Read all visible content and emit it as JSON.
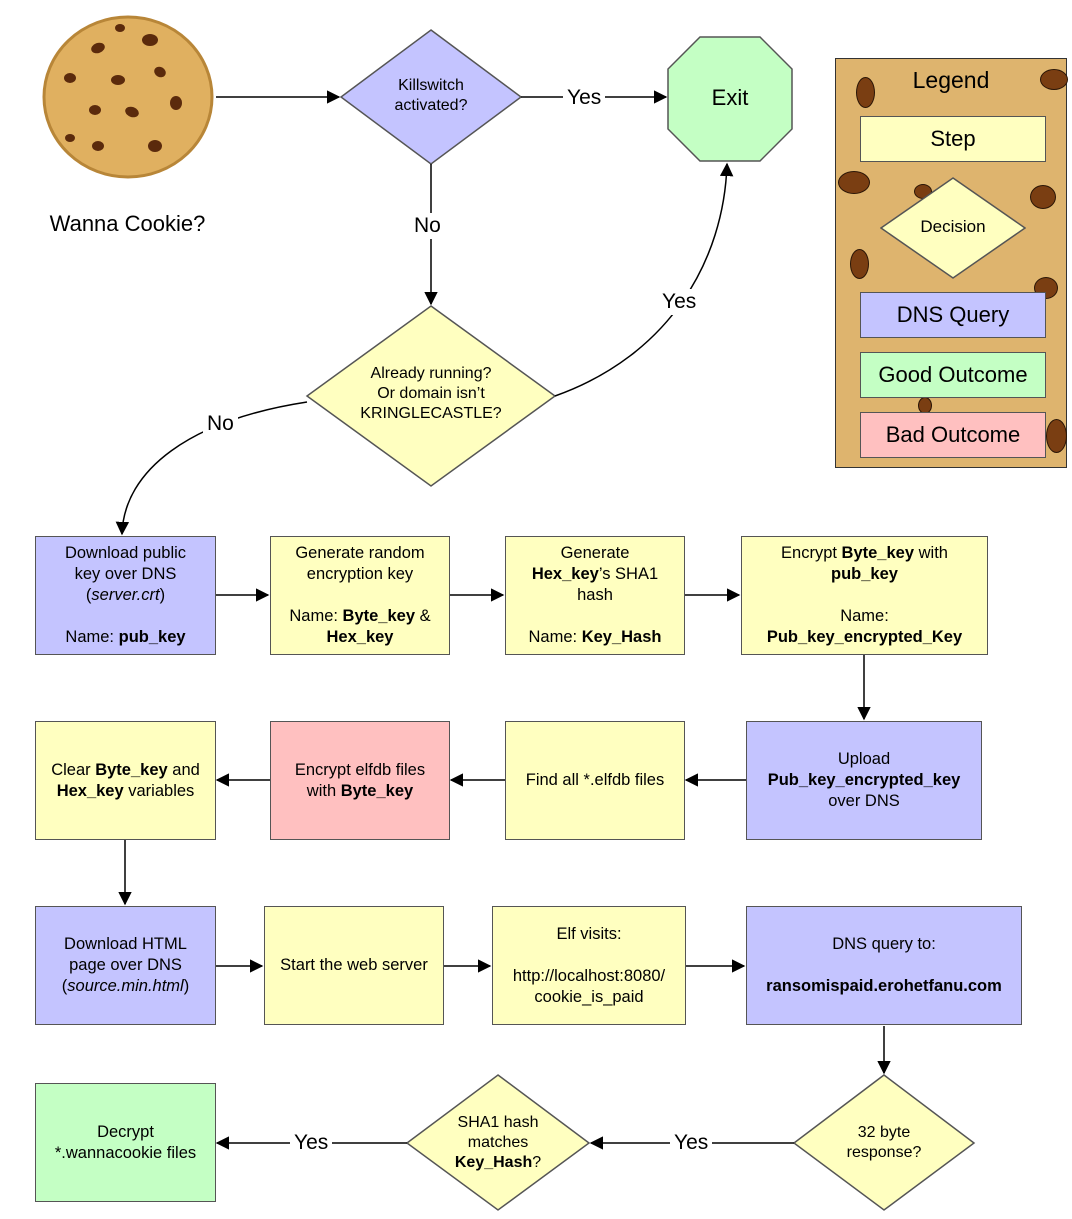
{
  "cookie_caption": "Wanna Cookie?",
  "decisions": {
    "killswitch": "Killswitch activated?",
    "already_running": [
      "Already running?",
      "Or domain isn’t",
      "KRINGLECASTLE?"
    ],
    "sha1_line1": "SHA1 hash",
    "sha1_line2": "matches",
    "sha1_bold": "Key_Hash",
    "sha1_suffix": "?",
    "byte_response": "32 byte response?"
  },
  "exit_label": "Exit",
  "edge_labels": {
    "yes_exit": "Yes",
    "no_killswitch": "No",
    "yes_running": "Yes",
    "no_running": "No",
    "yes_response": "Yes",
    "yes_sha1": "Yes"
  },
  "steps": {
    "download_key": {
      "l1": "Download public",
      "l2": "key over DNS",
      "l3_open": "(",
      "l3_italic": "server.crt",
      "l3_close": ")",
      "name_prefix": "Name: ",
      "name_bold": "pub_key"
    },
    "generate_key": {
      "l1": "Generate random",
      "l2": "encryption key",
      "name_prefix": "Name: ",
      "name_bold1": "Byte_key",
      "amp": " &",
      "name_bold2": "Hex_key"
    },
    "generate_hash": {
      "l1": "Generate",
      "bold1": "Hex_key",
      "l2_rest": "’s SHA1",
      "l3": "hash",
      "name_prefix": "Name: ",
      "name_bold": "Key_Hash"
    },
    "encrypt_key": {
      "pre": "Encrypt ",
      "bold1": "Byte_key",
      "mid": " with",
      "bold2": "pub_key",
      "name_label": "Name:",
      "name_bold": "Pub_key_encrypted_Key"
    },
    "upload": {
      "l1": "Upload",
      "bold": "Pub_key_encrypted_key",
      "l3": "over DNS"
    },
    "find_files": {
      "text": "Find all *.elfdb files"
    },
    "encrypt_files": {
      "l1": "Encrypt elfdb files",
      "pre": "with ",
      "bold": "Byte_key"
    },
    "clear_keys": {
      "pre": "Clear ",
      "bold1": "Byte_key",
      "mid": " and",
      "bold2": "Hex_key",
      "post": " variables"
    },
    "download_html": {
      "l1": "Download HTML",
      "l2": "page over DNS",
      "l3_open": "(",
      "l3_italic": "source.min.html",
      "l3_close": ")"
    },
    "start_server": {
      "text": "Start the web server"
    },
    "elf_visits": {
      "l1": "Elf visits:",
      "l2": "http://localhost:8080/",
      "l3": "cookie_is_paid"
    },
    "dns_query": {
      "l1": "DNS query to:",
      "bold": "ransomispaid.erohetfanu.com"
    },
    "decrypt": {
      "l1": "Decrypt",
      "l2": "*.wannacookie files"
    }
  },
  "legend": {
    "title": "Legend",
    "step": "Step",
    "decision": "Decision",
    "dns": "DNS Query",
    "good": "Good Outcome",
    "bad": "Bad Outcome"
  },
  "colors": {
    "step": "#ffffc0",
    "dns_query": "#c4c4ff",
    "good_outcome": "#c4ffc4",
    "bad_outcome": "#ffc0c0",
    "decision": "#ffffc0",
    "killswitch_decision": "#c4c4ff",
    "legend_background": "#deb46e",
    "cookie": "#e0b060",
    "chocolate_chip": "#7a3e12"
  }
}
